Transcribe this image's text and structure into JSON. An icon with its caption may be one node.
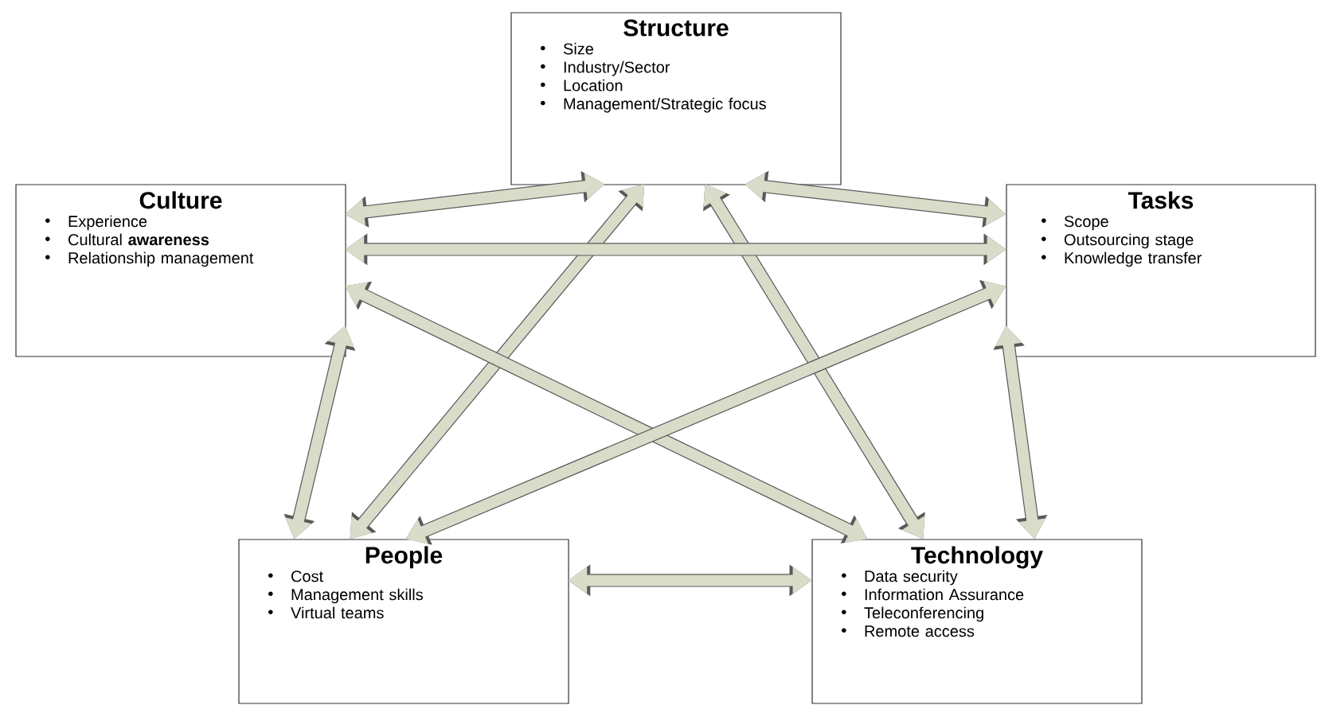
{
  "diagram": {
    "nodes": [
      {
        "text": [
          "Structure",
          "Size",
          "Industry/Sector",
          "Location",
          "Management/Strategic focus"
        ]
      },
      {
        "text": [
          "Culture",
          "Experience",
          "Cultural **awareness**",
          "Relationship management"
        ]
      },
      {
        "text": [
          "Tasks",
          "Scope",
          "Outsourcing stage",
          "Knowledge transfer"
        ]
      },
      {
        "text": [
          "People",
          "Cost",
          "Management skills",
          "Virtual teams"
        ]
      },
      {
        "text": [
          "Technology",
          "Data security",
          "Information Assurance",
          "Teleconferencing",
          "Remote access"
        ]
      }
    ],
    "edges": [
      {
        "from": 0,
        "to": 1,
        "arrow": "both"
      },
      {
        "from": 0,
        "to": 2,
        "arrow": "both"
      },
      {
        "from": 0,
        "to": 3,
        "arrow": "both"
      },
      {
        "from": 0,
        "to": 4,
        "arrow": "both"
      },
      {
        "from": 1,
        "to": 2,
        "arrow": "both"
      },
      {
        "from": 1,
        "to": 3,
        "arrow": "both"
      },
      {
        "from": 1,
        "to": 4,
        "arrow": "both"
      },
      {
        "from": 2,
        "to": 3,
        "arrow": "both"
      },
      {
        "from": 2,
        "to": 4,
        "arrow": "both"
      },
      {
        "from": 3,
        "to": 4,
        "arrow": "both"
      }
    ]
  }
}
